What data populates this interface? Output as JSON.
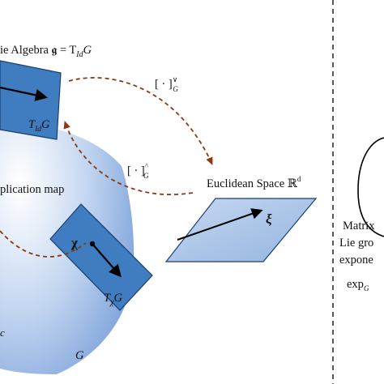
{
  "diagram": {
    "lie_algebra_label": "ie Algebra 𝖌 = T",
    "lie_algebra_sub": "Id",
    "lie_algebra_tail": "G",
    "tangent_id_label": "T",
    "tangent_id_sub": "Id",
    "tangent_id_tail": "G",
    "vee_map_label": "[ · ]",
    "vee_sup": "∨",
    "vee_sub": "G",
    "hat_map_label": "[ · ]",
    "hat_sup": "^",
    "hat_sub": "G",
    "euclidean_label": "Euclidean Space ℝ",
    "euclidean_sup": "d",
    "xi_label": "ξ",
    "application_map_label": "plication map",
    "chi_label": "χ",
    "tangent_chi_label": "T",
    "tangent_chi_sub": "χ",
    "tangent_chi_tail": "G",
    "group_label": "G",
    "edge_mark": "c",
    "right_panel": {
      "line1": "Matrix",
      "line2": "Lie gro",
      "line3": "expone",
      "exp_label": "exp",
      "exp_sub": "G"
    }
  },
  "colors": {
    "plane_fill": "#3f7cc0",
    "plane_fill_light": "#a6c3e8",
    "plane_stroke": "#1a3e6e",
    "manifold": "#7ea6dc",
    "dashed_arrow": "#8b3a0f",
    "text": "#111111"
  }
}
